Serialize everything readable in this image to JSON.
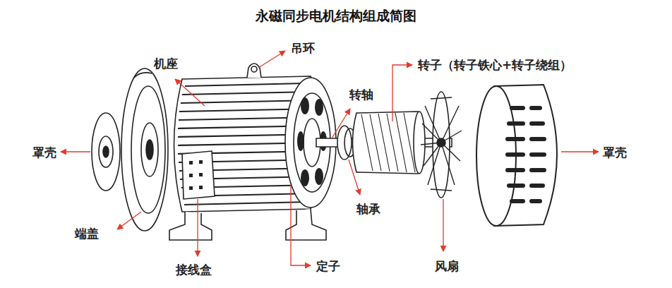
{
  "diagram": {
    "title": "永磁同步电机结构组成简图",
    "labels": [
      "吊环",
      "机座",
      "转子（转子铁心+转子绕组）",
      "转轴",
      "罩壳",
      "罩壳",
      "轴承",
      "端盖",
      "接线盒",
      "定子",
      "风扇"
    ]
  }
}
